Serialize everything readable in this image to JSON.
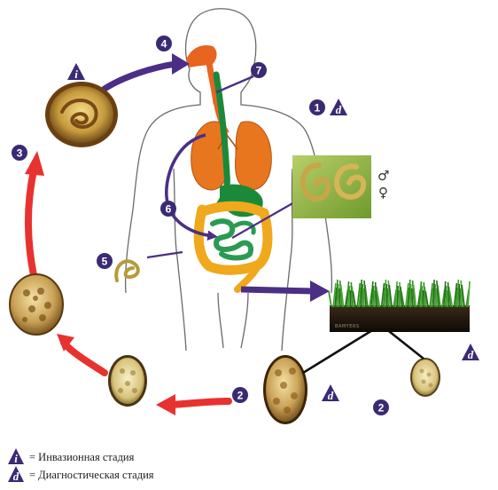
{
  "markers": {
    "one": "1",
    "two": "2",
    "three": "3",
    "four": "4",
    "five": "5",
    "six": "6",
    "seven": "7"
  },
  "stage_marks": {
    "infective": "i",
    "diagnostic": "d"
  },
  "sex_symbols": {
    "male": "♂",
    "female": "♀"
  },
  "legend": {
    "infective_label": "= Инвазионная стадия",
    "diagnostic_label": "= Диагностическая стадия"
  },
  "photo_watermark": "BAMYERS",
  "colors": {
    "badge": "#3b2a73",
    "cycle_arrow_red": "#e8322f",
    "cycle_arrow_purple": "#4b2f86",
    "airway": "#e8641f",
    "lungs": "#e8761f",
    "esophagus": "#1a8a3a",
    "small_intestine": "#2a9a52",
    "large_intestine": "#f0a81c",
    "worm": "#b79a3e",
    "body_outline": "#666666"
  }
}
